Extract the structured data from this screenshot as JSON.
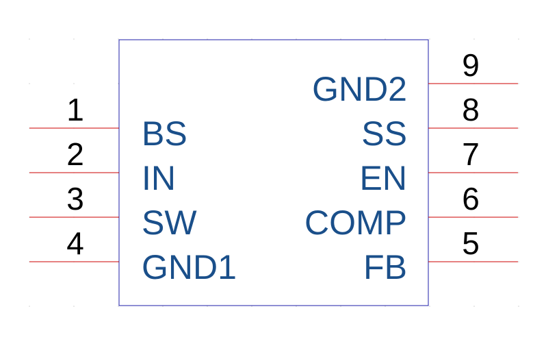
{
  "component": {
    "left_pins": [
      {
        "number": "1",
        "name": "BS"
      },
      {
        "number": "2",
        "name": "IN"
      },
      {
        "number": "3",
        "name": "SW"
      },
      {
        "number": "4",
        "name": "GND1"
      }
    ],
    "right_pins": [
      {
        "number": "9",
        "name": "GND2"
      },
      {
        "number": "8",
        "name": "SS"
      },
      {
        "number": "7",
        "name": "EN"
      },
      {
        "number": "6",
        "name": "COMP"
      },
      {
        "number": "5",
        "name": "FB"
      }
    ]
  },
  "colors": {
    "pin_line": "#cc0000",
    "pin_name": "#1a4f8a",
    "pin_number": "#000000",
    "body_outline": "#1f1fa8"
  }
}
